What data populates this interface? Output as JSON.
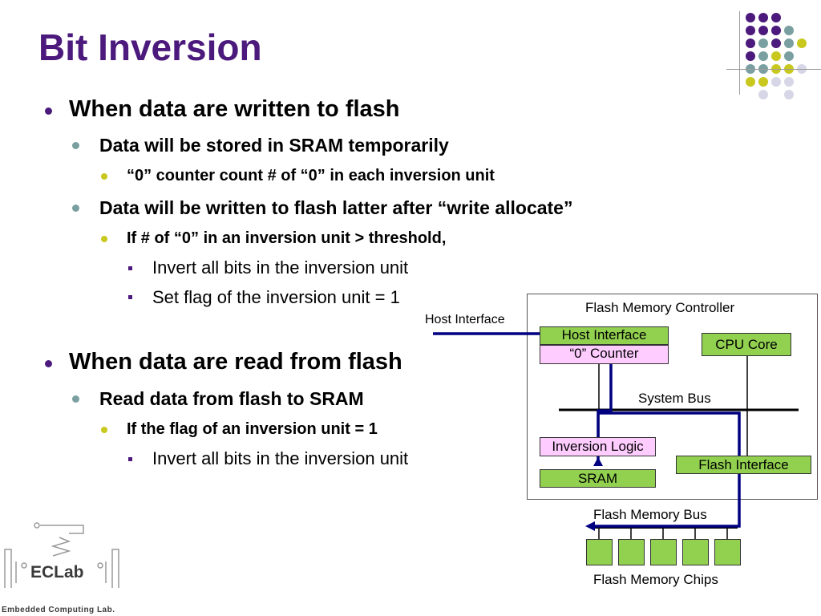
{
  "title": "Bit Inversion",
  "bullets": {
    "write_heading": "When data are written to flash",
    "write_sub1": "Data will be stored in SRAM temporarily",
    "write_sub1_a": "“0” counter count # of “0” in each inversion unit",
    "write_sub2": "Data will be written to flash latter after “write allocate”",
    "write_sub2_a": "If # of “0” in an inversion unit > threshold,",
    "write_sub2_a_1": "Invert all bits in the inversion unit",
    "write_sub2_a_2": "Set flag of the inversion unit = 1",
    "read_heading": "When data are read from flash",
    "read_sub1": "Read data from flash to SRAM",
    "read_sub1_a": "If the flag of an inversion unit = 1",
    "read_sub1_a_1": "Invert all bits in the inversion unit"
  },
  "diagram": {
    "controller_title": "Flash Memory Controller",
    "host_interface_external": "Host Interface",
    "host_interface_block": "Host Interface",
    "zero_counter": "“0” Counter",
    "cpu_core": "CPU Core",
    "system_bus": "System Bus",
    "inversion_logic": "Inversion Logic",
    "sram": "SRAM",
    "flash_interface": "Flash Interface",
    "flash_memory_bus": "Flash Memory Bus",
    "flash_memory_chips": "Flash Memory Chips"
  },
  "logo": {
    "name": "ECLab",
    "footer": "Embedded Computing Lab."
  },
  "colors": {
    "title": "#4b1a7c",
    "arrow": "#000080",
    "green_block": "#92d050",
    "pink_block": "#ffccff"
  }
}
